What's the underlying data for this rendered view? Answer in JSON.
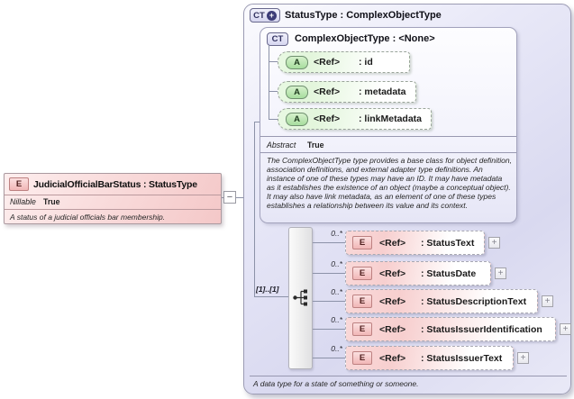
{
  "left_element": {
    "badge": "E",
    "title": "JudicialOfficialBarStatus : StatusType",
    "property_label": "Nillable",
    "property_value": "True",
    "description": "A status of a judicial officials bar membership."
  },
  "collapse_toggle": "−",
  "type_box": {
    "badge": "CT",
    "badge_plus": "+",
    "title": "StatusType : ComplexObjectType",
    "footer": "A data type for a state of something or someone.",
    "base_type": {
      "badge": "CT",
      "title": "ComplexObjectType : <None>",
      "attributes": [
        {
          "badge": "A",
          "ref": "<Ref>",
          "name": ": id"
        },
        {
          "badge": "A",
          "ref": "<Ref>",
          "name": ": metadata"
        },
        {
          "badge": "A",
          "ref": "<Ref>",
          "name": ": linkMetadata"
        }
      ],
      "property_label": "Abstract",
      "property_value": "True",
      "description": "The ComplexObjectType type provides a base class for object definition, association definitions, and external adapter type definitions. An instance of one of these types may have an ID. It may have metadata as it establishes the existence of an object (maybe a conceptual object). It may also have link metadata, as an element of one of these types establishes a relationship between its value and its context."
    },
    "compositor": {
      "cardinality": "[1]..[1]",
      "elements": [
        {
          "badge": "E",
          "ref": "<Ref>",
          "name": ": StatusText",
          "occurs": "0..*",
          "expand": "+"
        },
        {
          "badge": "E",
          "ref": "<Ref>",
          "name": ": StatusDate",
          "occurs": "0..*",
          "expand": "+"
        },
        {
          "badge": "E",
          "ref": "<Ref>",
          "name": ": StatusDescriptionText",
          "occurs": "0..*",
          "expand": "+"
        },
        {
          "badge": "E",
          "ref": "<Ref>",
          "name": ": StatusIssuerIdentification",
          "occurs": "0..*",
          "expand": "+"
        },
        {
          "badge": "E",
          "ref": "<Ref>",
          "name": ": StatusIssuerText",
          "occurs": "0..*",
          "expand": "+"
        }
      ]
    }
  },
  "colors": {
    "element_pink": "#f7cfcf",
    "attribute_green": "#cdeec3",
    "type_lavender": "#dcdcf0",
    "connector_gray": "#8c92a8"
  }
}
